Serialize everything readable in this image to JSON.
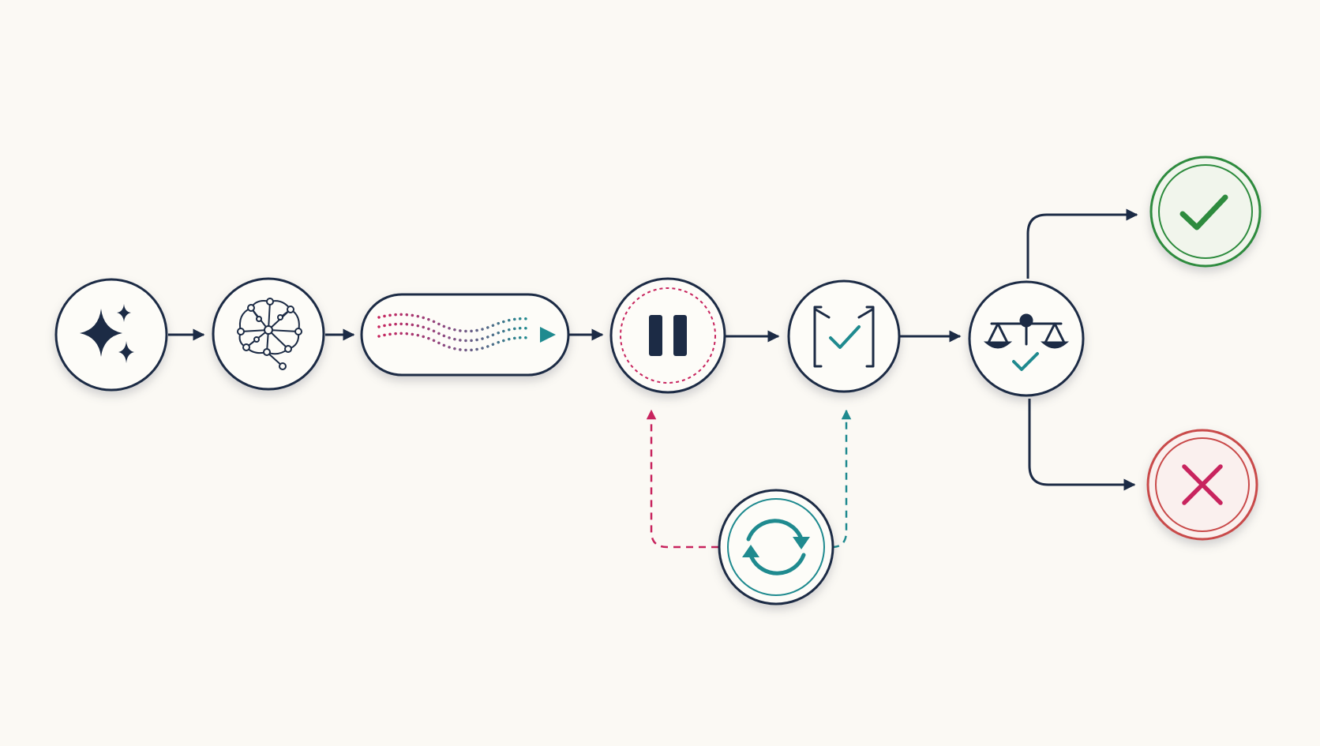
{
  "diagram": {
    "colors": {
      "background": "#fbf9f4",
      "ink": "#1c2b45",
      "magenta": "#c8245e",
      "teal": "#1f8a8f",
      "success": "#2e8b3e",
      "success_fill": "#f1f5ec",
      "failure": "#c94a4a",
      "failure_fill": "#faf0ee",
      "failure_mark": "#c8245e"
    },
    "nodes": [
      {
        "id": "spark",
        "icon": "sparkles-icon"
      },
      {
        "id": "model",
        "icon": "neural-brain-icon"
      },
      {
        "id": "stream",
        "icon": "dotted-stream-icon"
      },
      {
        "id": "pause",
        "icon": "pause-icon"
      },
      {
        "id": "verify",
        "icon": "bracket-check-icon"
      },
      {
        "id": "judge",
        "icon": "scales-check-icon"
      },
      {
        "id": "approve",
        "icon": "check-icon"
      },
      {
        "id": "reject",
        "icon": "x-icon"
      },
      {
        "id": "loop",
        "icon": "refresh-icon"
      }
    ]
  }
}
